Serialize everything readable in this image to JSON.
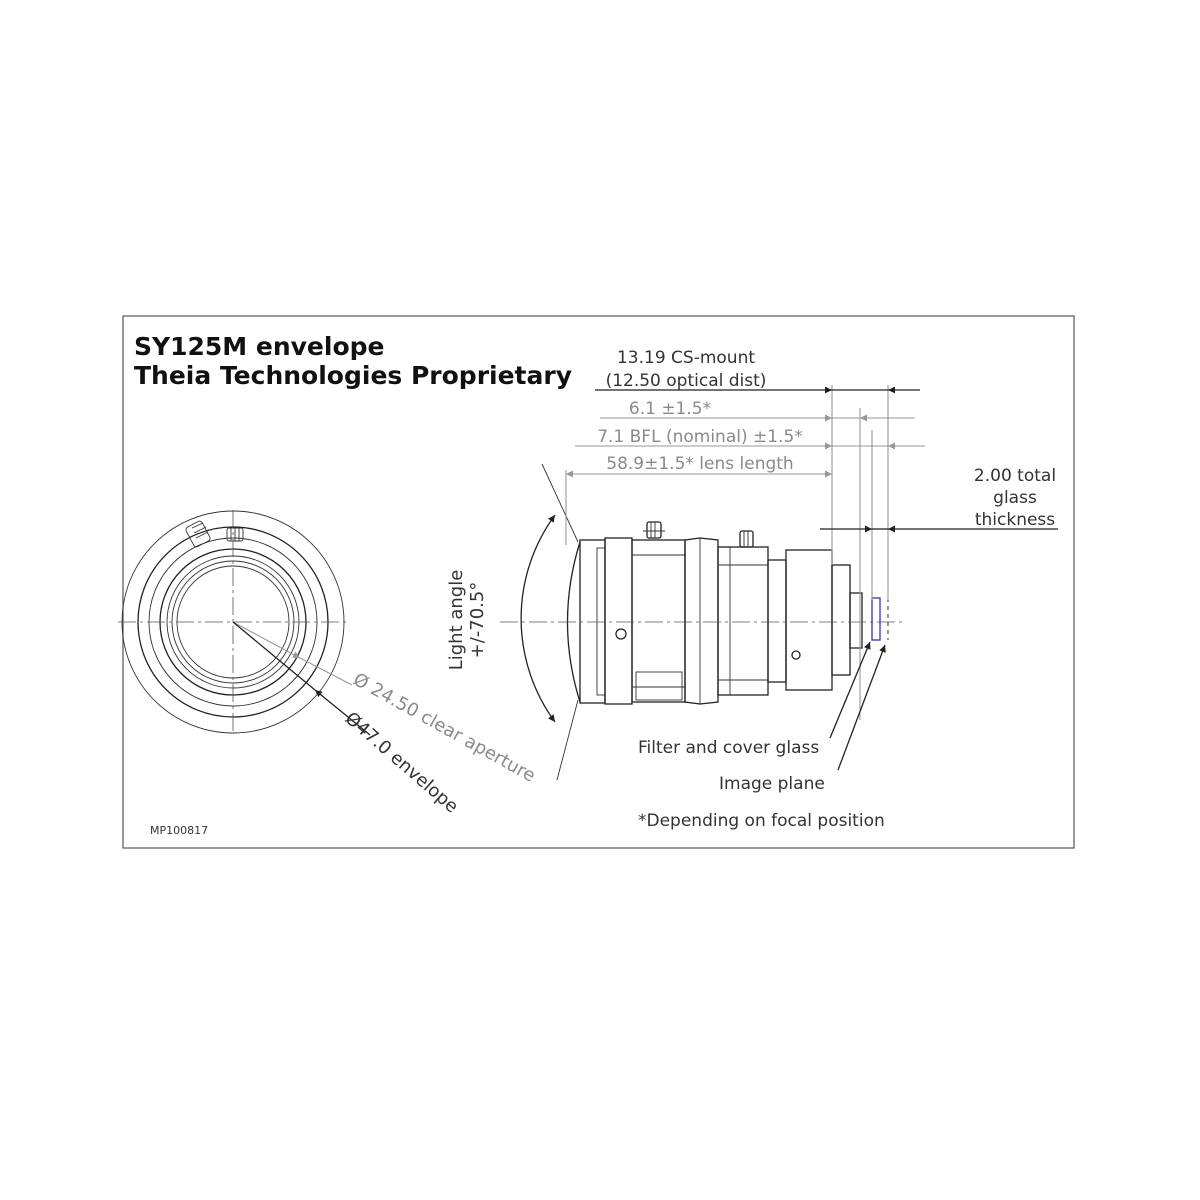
{
  "title": {
    "line1": "SY125M envelope",
    "line2": "Theia Technologies Proprietary"
  },
  "dimensions": {
    "cs_mount": "13.19 CS-mount",
    "optical_dist": "(12.50 optical dist)",
    "range_6_1": "6.1 ±1.5*",
    "bfl": "7.1 BFL (nominal)  ±1.5*",
    "lens_length": "58.9±1.5* lens length",
    "glass_line1": "2.00 total",
    "glass_line2": "glass",
    "glass_line3": "thickness",
    "light_angle_line1": "Light angle",
    "light_angle_line2": "+/-70.5°",
    "clear_aperture": "Ø 24.50 clear aperture",
    "envelope": "Ø47.0 envelope"
  },
  "notes": {
    "filter": "Filter and cover glass",
    "image_plane": "Image plane",
    "footnote": "*Depending on focal position",
    "part_number": "MP100817"
  },
  "colors": {
    "frame": "#555555",
    "line": "#222222",
    "gray_text": "#8a8a8a",
    "filter_glass": "#3333cc"
  }
}
